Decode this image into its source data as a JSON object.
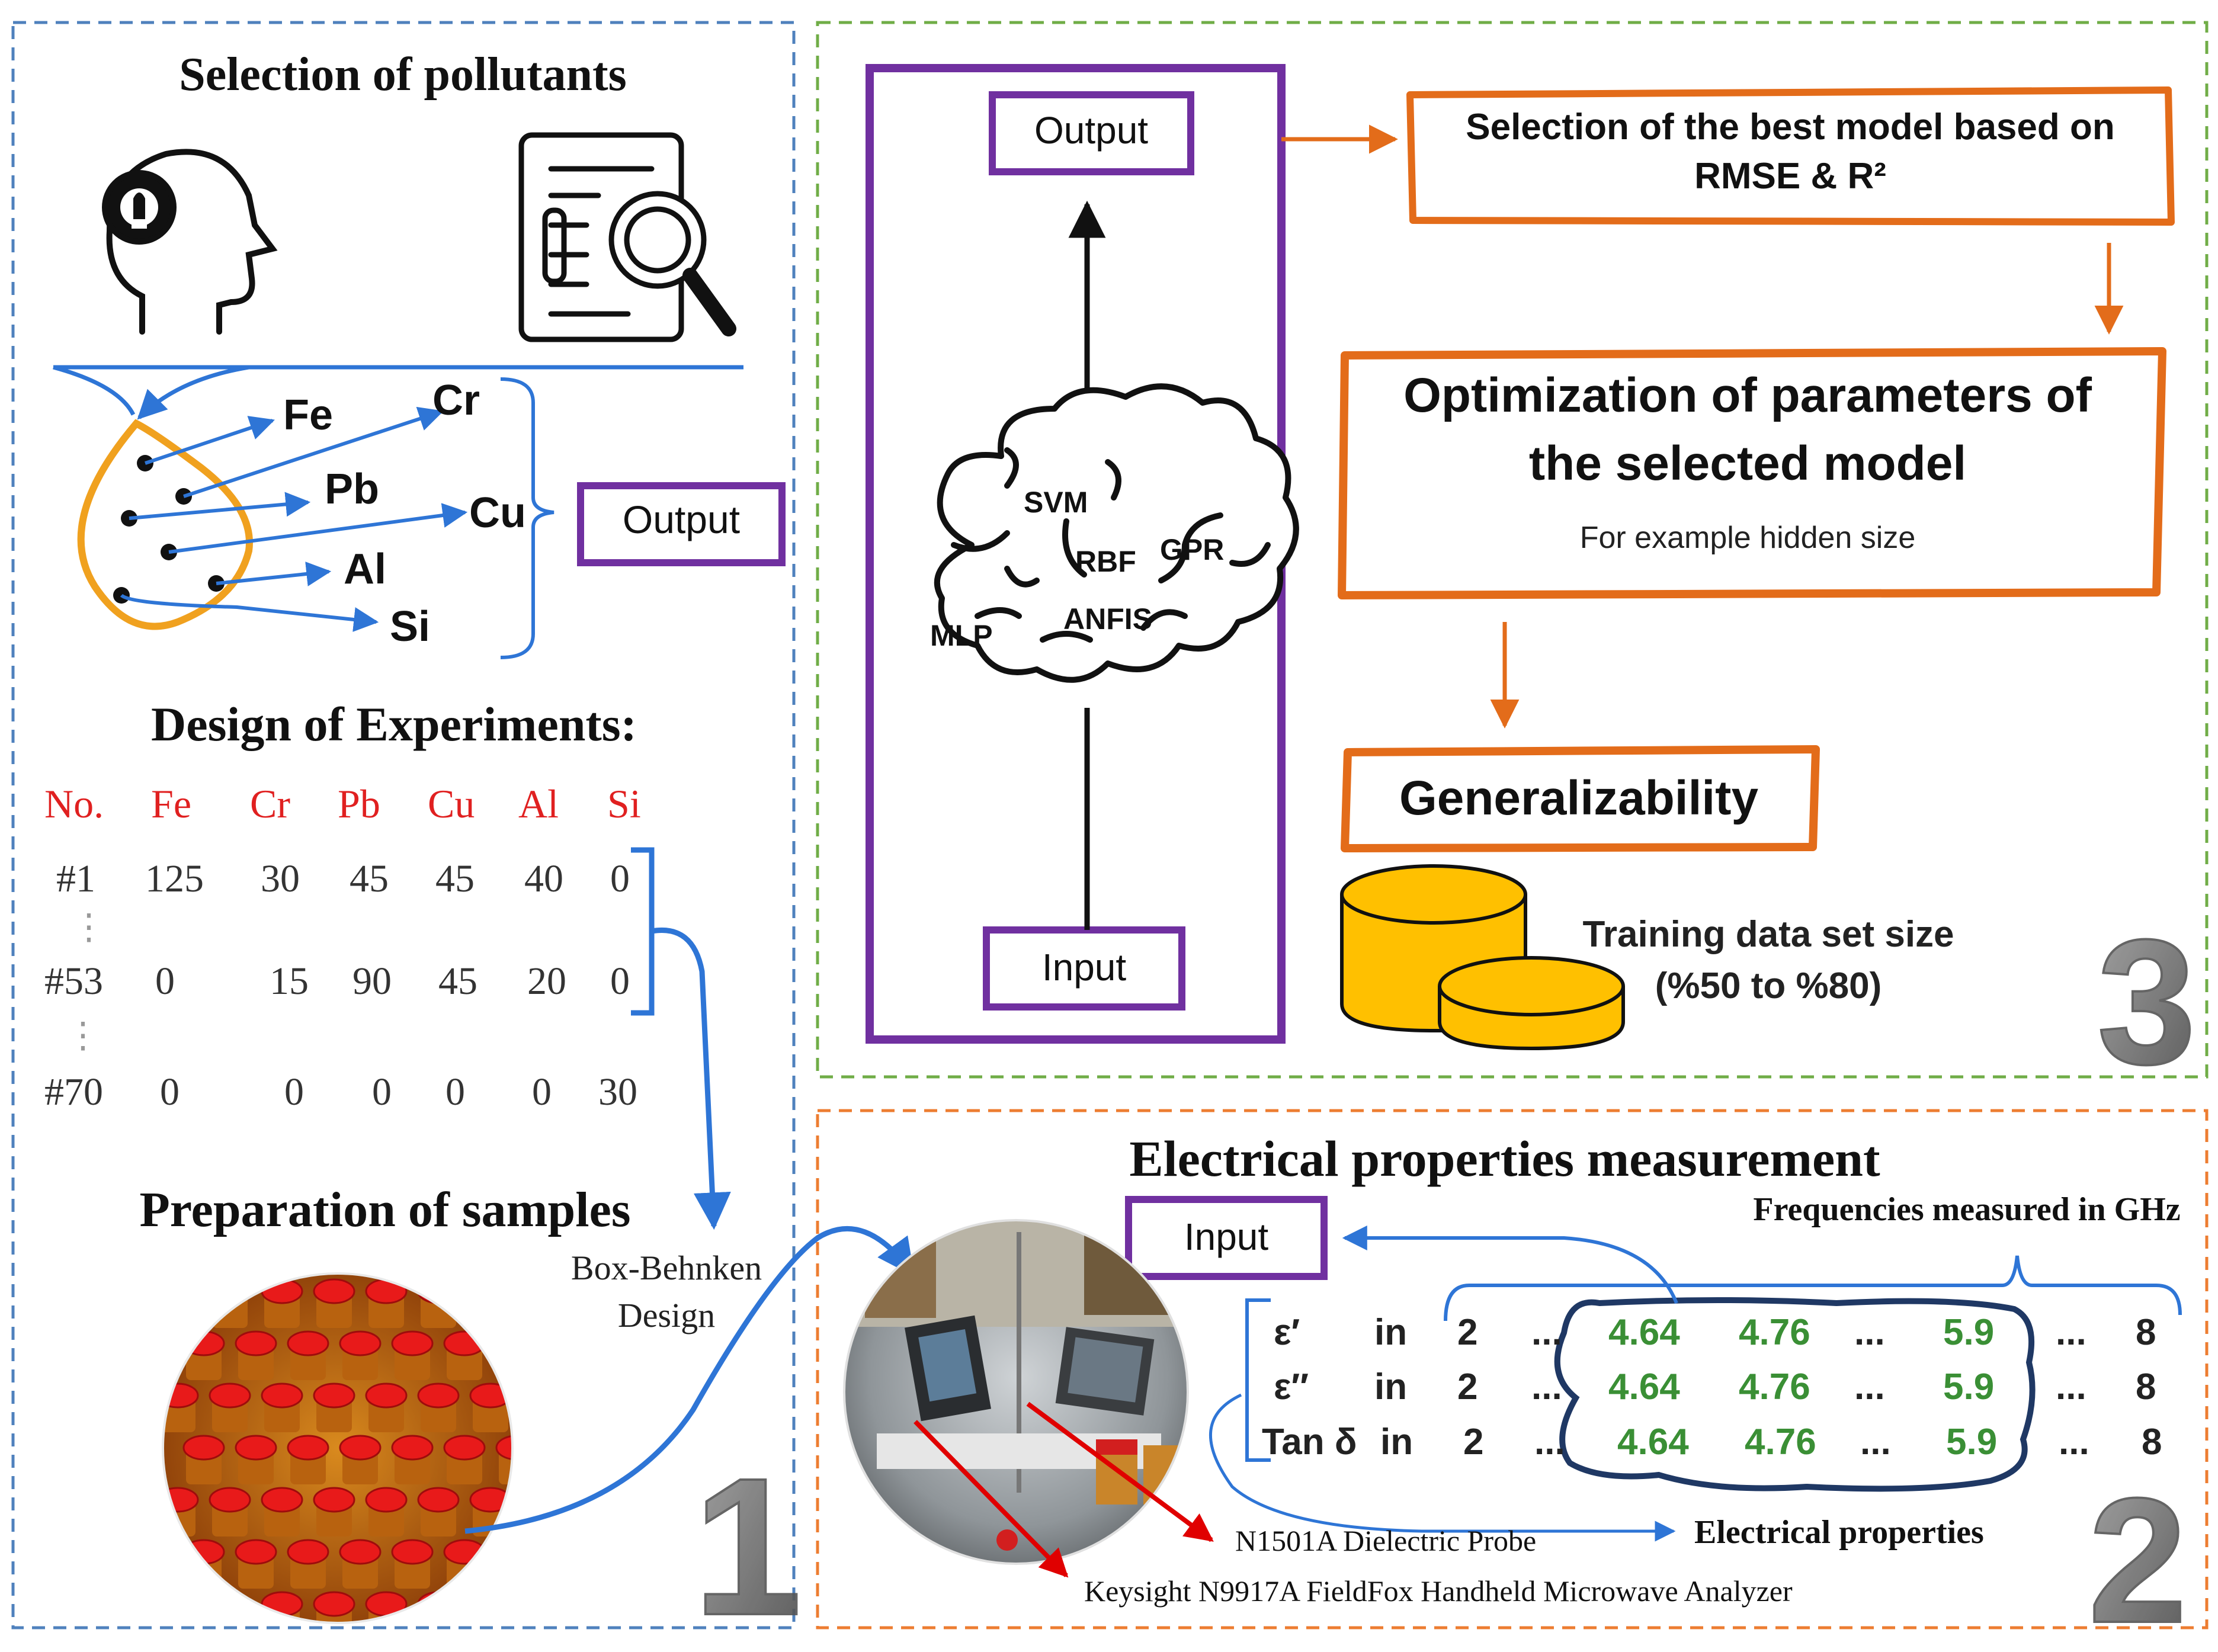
{
  "panel1": {
    "title": "Selection of pollutants",
    "elements": [
      "Fe",
      "Cr",
      "Pb",
      "Cu",
      "Al",
      "Si"
    ],
    "output_label": "Output",
    "doe_title": "Design of Experiments:",
    "table_headers": [
      "No.",
      "Fe",
      "Cr",
      "Pb",
      "Cu",
      "Al",
      "Si"
    ],
    "table_rows": [
      [
        "#1",
        "125",
        "30",
        "45",
        "45",
        "40",
        "0"
      ],
      [
        "#53",
        "0",
        "15",
        "90",
        "45",
        "20",
        "0"
      ],
      [
        "#70",
        "0",
        "0",
        "0",
        "0",
        "0",
        "30"
      ]
    ],
    "ellipsis_v": "⋮",
    "design_line1": "Box-Behnken",
    "design_line2": "Design",
    "prep_title": "Preparation of samples",
    "number": "1"
  },
  "panel2": {
    "title": "Electrical properties measurement",
    "input_label": "Input",
    "freq_label": "Frequencies measured in GHz",
    "rows": [
      {
        "name": "ε′",
        "in": "in",
        "start": "2",
        "v1": "4.64",
        "v2": "4.76",
        "v3": "5.9",
        "end": "8"
      },
      {
        "name": "ε″",
        "in": "in",
        "start": "2",
        "v1": "4.64",
        "v2": "4.76",
        "v3": "5.9",
        "end": "8"
      },
      {
        "name": "Tan δ",
        "in": "in",
        "start": "2",
        "v1": "4.64",
        "v2": "4.76",
        "v3": "5.9",
        "end": "8"
      }
    ],
    "dots": "...",
    "elec_props": "Electrical properties",
    "probe": "N1501A Dielectric Probe",
    "analyzer": "Keysight N9917A FieldFox Handheld Microwave Analyzer",
    "number": "2"
  },
  "panel3": {
    "output_label": "Output",
    "input_label": "Input",
    "models": [
      "SVM",
      "RBF",
      "GPR",
      "MLP",
      "ANFIS"
    ],
    "select_line1": "Selection of the best model based on",
    "select_line2": "RMSE & R²",
    "opt_line1": "Optimization of parameters of",
    "opt_line2": "the selected model",
    "opt_example": "For example hidden size",
    "general": "Generalizability",
    "train_line1": "Training data set size",
    "train_line2": "(%50 to %80)",
    "number": "3"
  },
  "colors": {
    "blue_dash": "#4f81bd",
    "green_dash": "#70ad47",
    "orange_dash": "#ed7d31",
    "purple": "#7030a0",
    "orange": "#e36c1a",
    "red_text": "#e02020",
    "green_text": "#3a8f35",
    "arrow_blue": "#2e75d6",
    "navy": "#1f3864",
    "gold": "#ffc000"
  }
}
